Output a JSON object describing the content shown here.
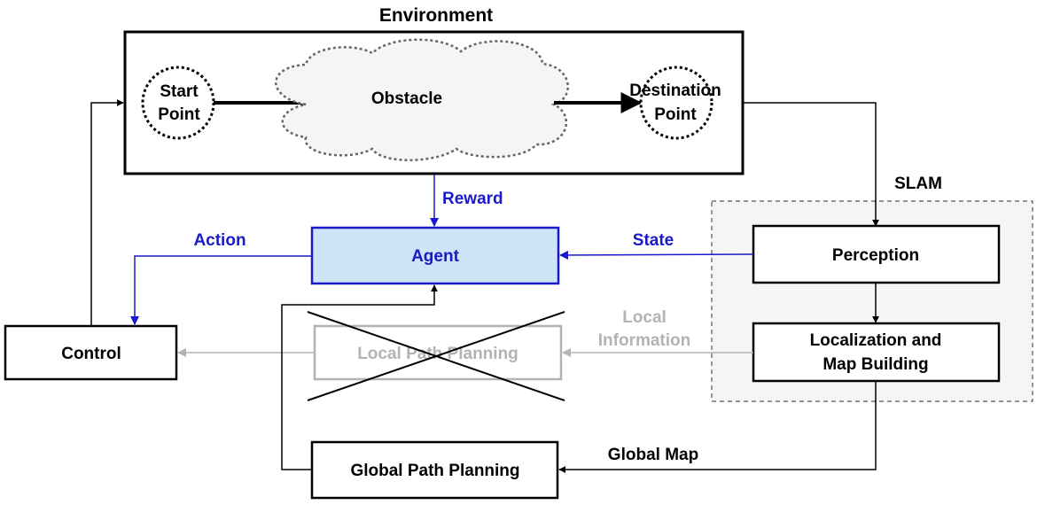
{
  "environment": {
    "title": "Environment",
    "start_point": [
      "Start",
      "Point"
    ],
    "obstacle": "Obstacle",
    "destination_point": [
      "Destination",
      "Point"
    ]
  },
  "slam": {
    "title": "SLAM",
    "perception": "Perception",
    "localization": [
      "Localization and",
      "Map Building"
    ]
  },
  "agent": "Agent",
  "control": "Control",
  "local_path_planning": "Local Path Planning",
  "global_path_planning": "Global Path Planning",
  "edges": {
    "reward": "Reward",
    "action": "Action",
    "state": "State",
    "local_information": [
      "Local",
      "Information"
    ],
    "global_map": "Global Map"
  },
  "colors": {
    "black": "#000000",
    "blue": "#1a1acc",
    "gray": "#b3b3b3",
    "agent_fill": "#cce5f7",
    "slam_fill": "#f5f5f5",
    "obstacle_fill": "#f5f5f5",
    "obstacle_stroke": "#666666"
  }
}
